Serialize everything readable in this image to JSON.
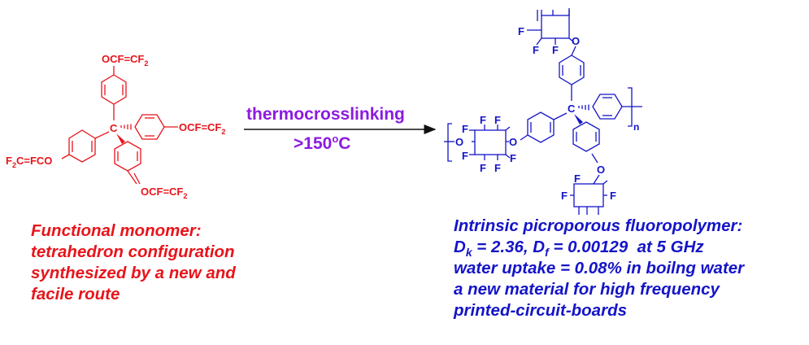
{
  "colors": {
    "monomer": "#e8141b",
    "polymer": "#1414c8",
    "reaction": "#8c1be0",
    "arrow": "#111111"
  },
  "monomer": {
    "substituent_top": "OCF=CF",
    "substituent_right": "OCF=CF",
    "substituent_bottom": "OCF=CF",
    "substituent_left": "F",
    "substituent_left_mid": "C=FCO",
    "subscript": "2",
    "central_atom": "C",
    "caption": [
      "Functional monomer:",
      "tetrahedron configuration",
      "synthesized by a new and",
      "facile route"
    ]
  },
  "reaction": {
    "label": "thermocrosslinking",
    "condition_main": ">150",
    "condition_sup": "o",
    "condition_tail": "C"
  },
  "polymer": {
    "atoms": {
      "central": "C",
      "oxygen": "O",
      "fluorine": "F",
      "repeat": "n"
    },
    "caption": {
      "line1": "Intrinsic picroporous fluoropolymer:",
      "dk_symbol": "D",
      "dk_sub": "k",
      "dk_value": " = 2.36, ",
      "df_symbol": "D",
      "df_sub": "f",
      "df_value": " = 0.00129  at 5 GHz",
      "line3": "water uptake = 0.08% in boilng water",
      "line4": "a new material for high frequency",
      "line5": "printed-circuit-boards"
    }
  }
}
